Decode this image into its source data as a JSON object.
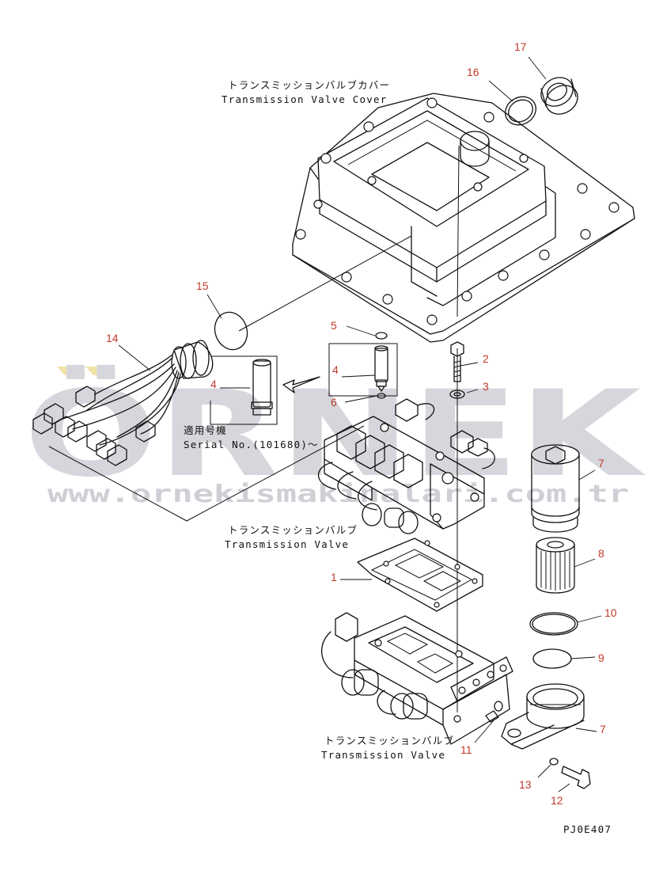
{
  "watermark": {
    "logo_text": "ÖRNEK",
    "url_text": "www.ornekismakinalari.com.tr",
    "logo_color": "#d6d6dc",
    "accent_color": "#f2e3a6"
  },
  "labels": {
    "valve_cover_jp": "トランスミッションバルブカバー",
    "valve_cover_en": "Transmission Valve Cover",
    "serial_jp": "適用号機",
    "serial_en": "Serial No.(101680)〜",
    "valve_upper_jp": "トランスミッションバルブ",
    "valve_upper_en": "Transmission Valve",
    "valve_lower_jp": "トランスミッションバルブ",
    "valve_lower_en": "Transmission Valve",
    "figure_code": "PJ0E407"
  },
  "callouts": {
    "n1": "1",
    "n2": "2",
    "n3": "3",
    "n4a": "4",
    "n4b": "4",
    "n5": "5",
    "n6": "6",
    "n7a": "7",
    "n7b": "7",
    "n8": "8",
    "n9": "9",
    "n10": "10",
    "n11": "11",
    "n12": "12",
    "n13": "13",
    "n14": "14",
    "n15": "15",
    "n16": "16",
    "n17": "17"
  },
  "colors": {
    "callout": "#c0392b",
    "line": "#111111"
  }
}
